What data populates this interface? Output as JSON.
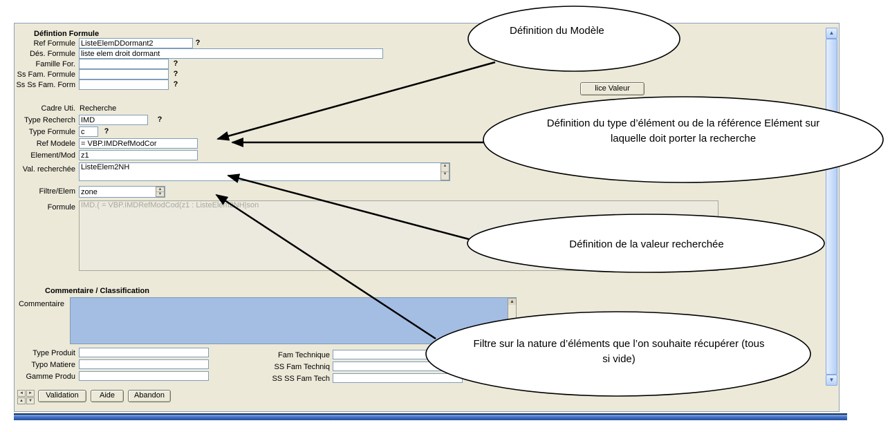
{
  "window": {
    "title": "Défintion Formule",
    "help_symbol": "?",
    "fields": {
      "ref_formule": {
        "label": "Ref Formule",
        "value": "ListeElemDDormant2"
      },
      "des_formule": {
        "label": "Dés. Formule",
        "value": "liste elem droit dormant"
      },
      "famille_for": {
        "label": "Famille For.",
        "value": ""
      },
      "ss_fam_formule": {
        "label": "Ss Fam. Formule",
        "value": ""
      },
      "ss_ss_fam_form": {
        "label": "Ss Ss Fam. Form",
        "value": ""
      },
      "cadre_uti": {
        "label": "Cadre Uti.",
        "value": "Recherche"
      },
      "type_recherch": {
        "label": "Type Recherch",
        "value": "IMD"
      },
      "type_formule": {
        "label": "Type Formule",
        "value": "c"
      },
      "ref_modele": {
        "label": "Ref Modele",
        "value": "= VBP.IMDRefModCor"
      },
      "element_mod": {
        "label": "Element/Mod",
        "value": "z1"
      },
      "val_recherchee": {
        "label": "Val. recherchée",
        "value": "ListeElem2NH"
      },
      "filtre_elem": {
        "label": "Filtre/Elem",
        "value": "zone"
      },
      "formule": {
        "label": "Formule",
        "value": "IMD.( = VBP.IMDRefModCod(z1 : ListeElem2NH|son"
      }
    },
    "classification": {
      "section_title": "Commentaire / Classification",
      "commentaire": {
        "label": "Commentaire",
        "value": ""
      },
      "type_produit": {
        "label": "Type Produit",
        "value": ""
      },
      "typo_matiere": {
        "label": "Typo Matiere",
        "value": ""
      },
      "gamme_prod": {
        "label": "Gamme Produ",
        "value": ""
      },
      "fam_technique": {
        "label": "Fam Technique",
        "value": ""
      },
      "ss_fam_techniq": {
        "label": "SS Fam Techniq",
        "value": ""
      },
      "ss_ss_fam_tech": {
        "label": "SS SS Fam Tech",
        "value": ""
      }
    },
    "partial_button_label": "lice Valeur",
    "buttons": {
      "validation": "Validation",
      "aide": "Aide",
      "abandon": "Abandon"
    }
  },
  "icons": {
    "up": "▲",
    "down": "▼",
    "left": "◄",
    "right": "►"
  },
  "callouts": [
    {
      "text": "Définition du Modèle"
    },
    {
      "text": "Définition du type d’élément ou de la référence Elément sur laquelle doit porter la recherche"
    },
    {
      "text": "Définition de la valeur recherchée"
    },
    {
      "text": "Filtre sur la nature d’éléments que l’on souhaite récupérer (tous si vide)"
    }
  ],
  "colors": {
    "window_bg": "#ece9d8",
    "comment_bg": "#a3bde3",
    "bottom_bar": "#27509f"
  }
}
